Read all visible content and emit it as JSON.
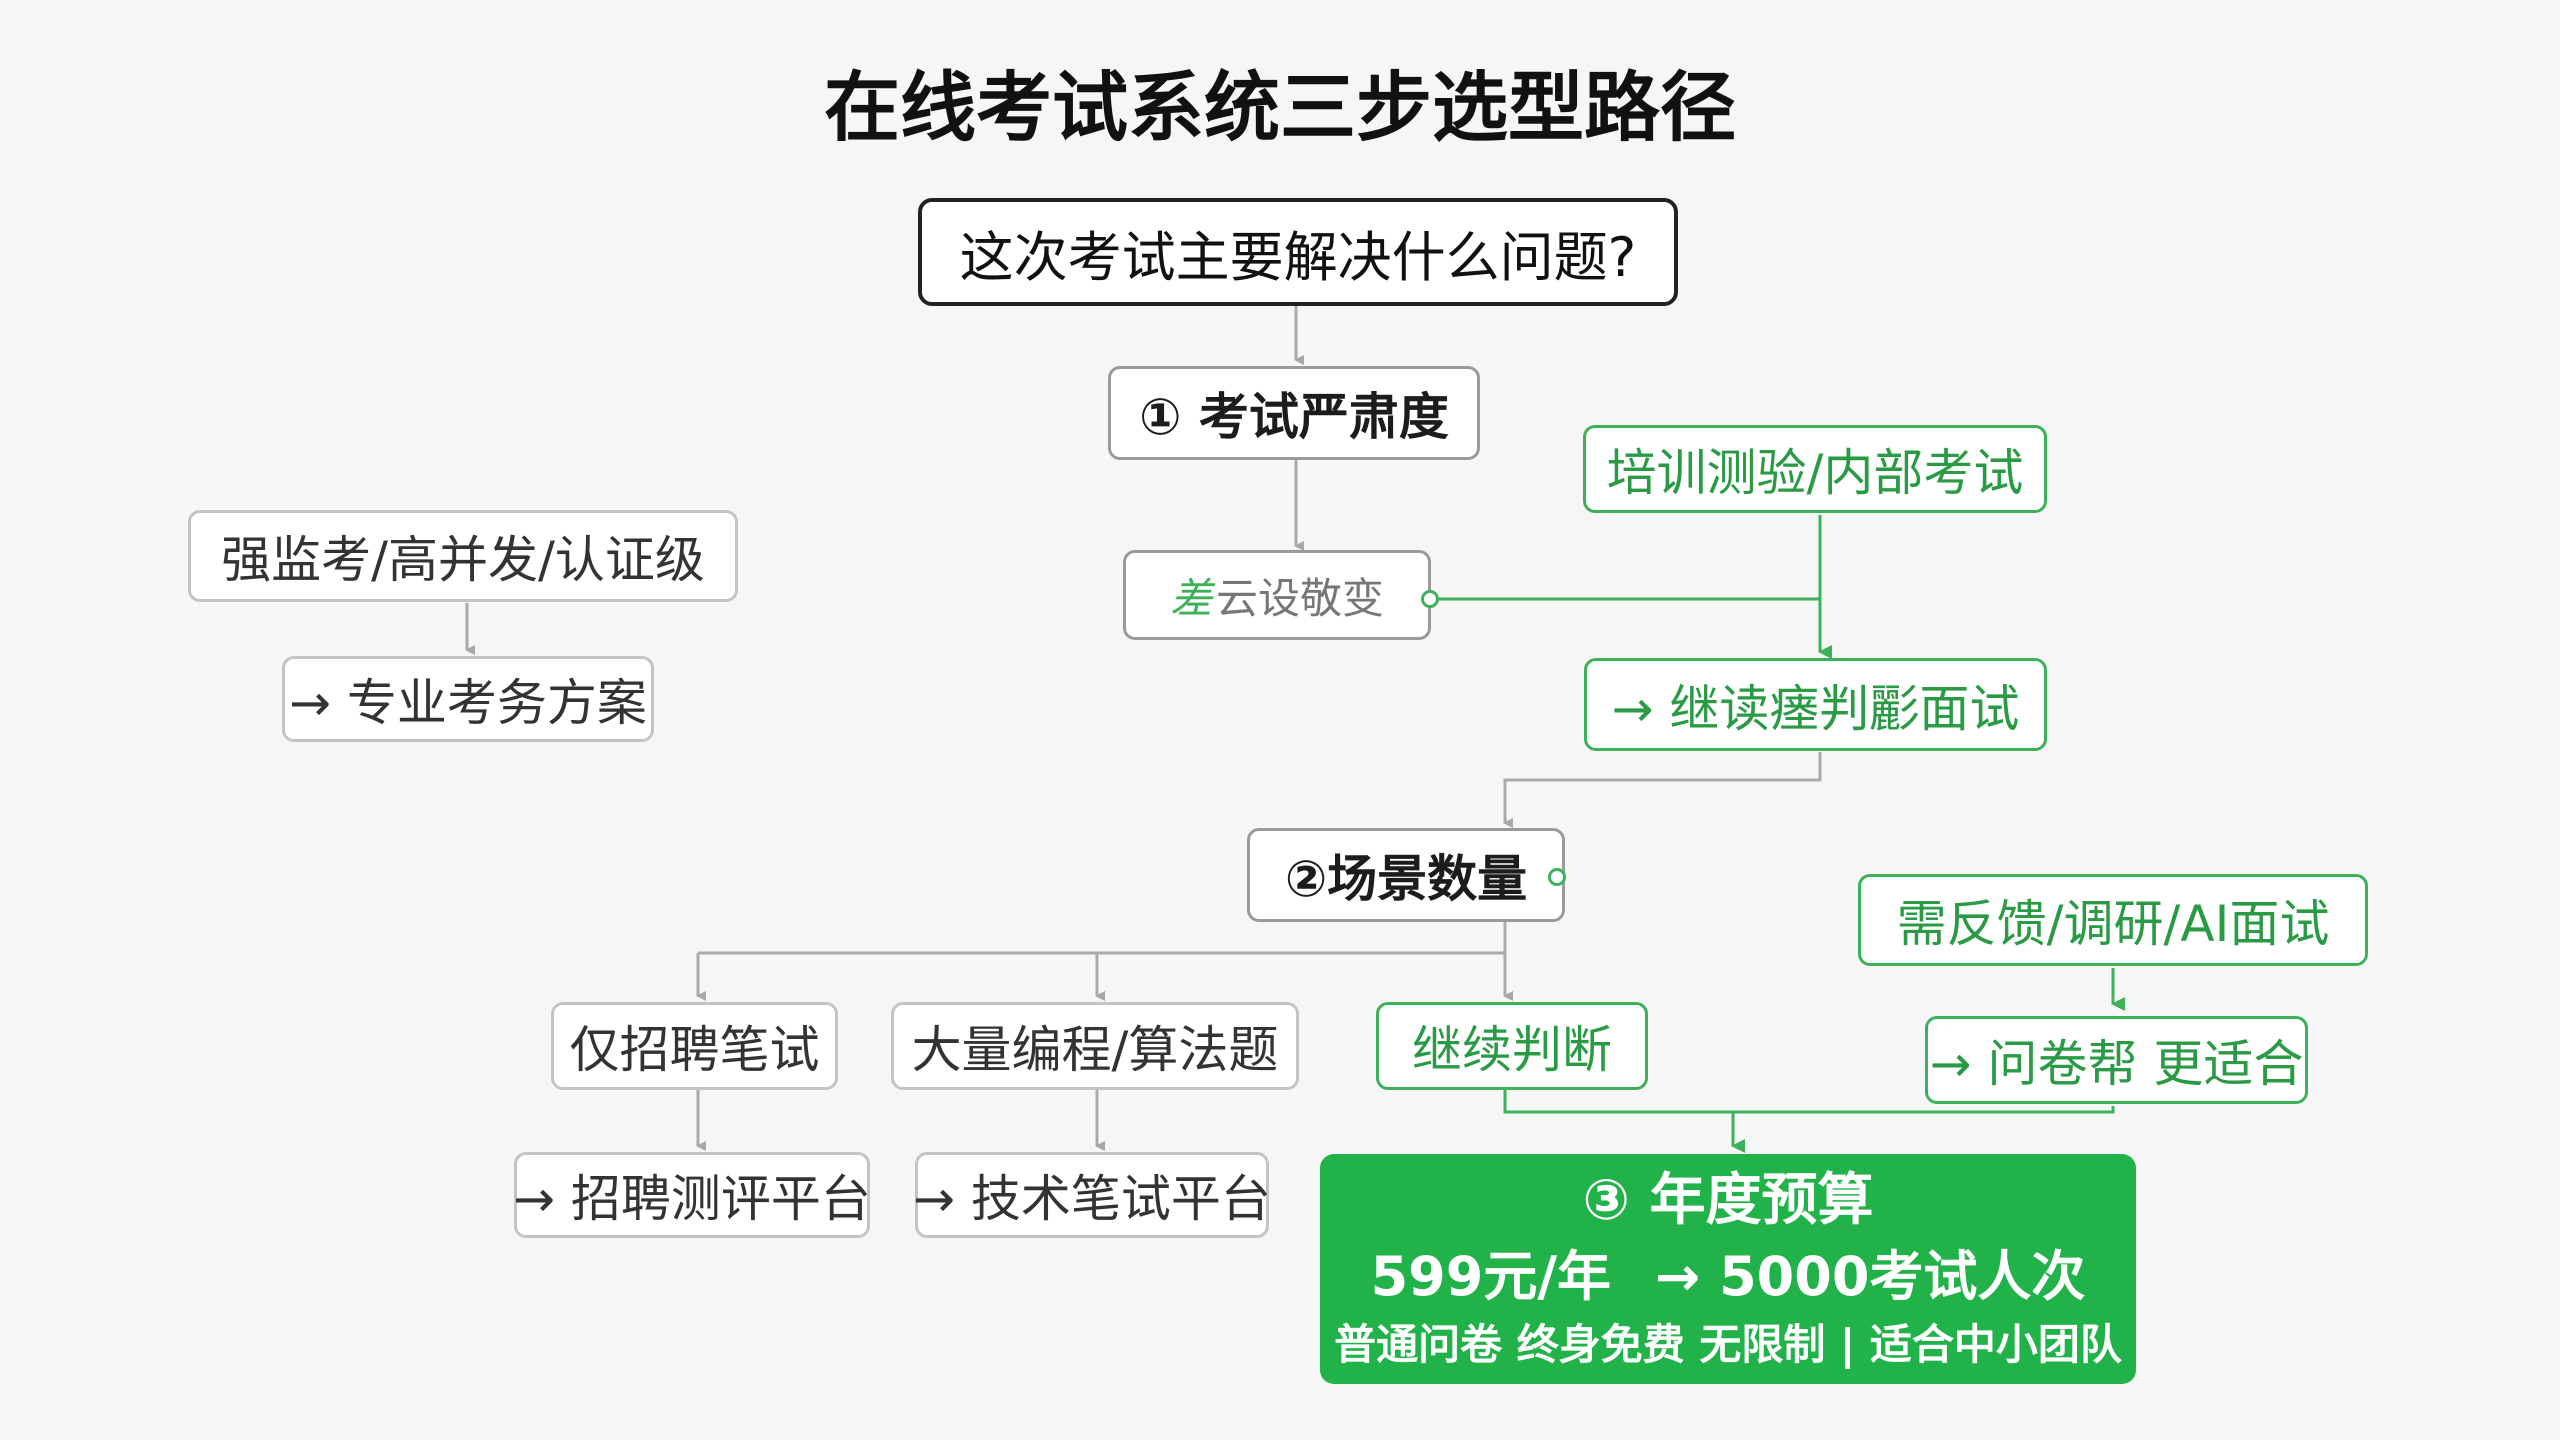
{
  "title": "在线考试系统三步选型路径",
  "nodes": {
    "root": "这次考试主要解决什么问题?",
    "step1": "① 考试严肃度",
    "strict": "强监考/高并发/认证级",
    "strict_result": "→ 专业考务方案",
    "faded_hint": "差",
    "faded": "云设敬变",
    "training": "培训测验/内部考试",
    "continue_1": "→ 继读瘗判彲面试",
    "step2": "②场景数量",
    "recruit": "仅招聘笔试",
    "recruit_result": "→ 招聘测评平台",
    "coding": "大量编程/算法题",
    "coding_result": "→ 技术笔试平台",
    "continue_2": "继续判断",
    "feedback": "需反馈/调研/AI面试",
    "feedback_result": "→ 问卷帮 更适合"
  },
  "budget": {
    "title": "③ 年度预算",
    "price": "599元/年",
    "quota": "→ 5000考试人次",
    "note": "普通问卷 终身免费 无限制 | 适合中小团队"
  },
  "colors": {
    "accent_green": "#22b24a",
    "green_border": "#3db15a",
    "gray_border": "#c4c4c4",
    "connector_gray": "#aaaaaa"
  }
}
